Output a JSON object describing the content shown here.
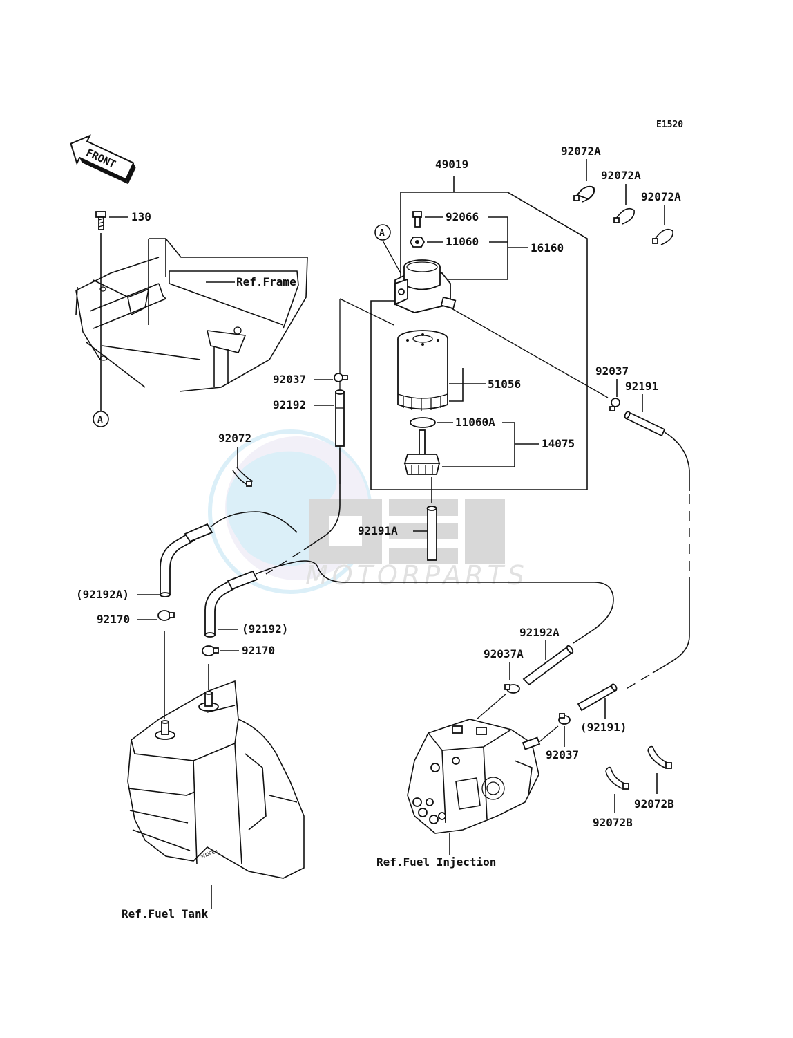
{
  "diagram": {
    "code": "E1520",
    "front_arrow": "FRONT",
    "watermark": {
      "logo": "OSM",
      "text": "MOTORPARTS"
    },
    "callouts": {
      "a1": "A",
      "a2": "A"
    },
    "labels": {
      "p130": "130",
      "ref_frame": "Ref.Frame",
      "p49019": "49019",
      "p92066": "92066",
      "p11060": "11060",
      "p16160": "16160",
      "p92072a_1": "92072A",
      "p92072a_2": "92072A",
      "p92072a_3": "92072A",
      "p92037_r": "92037",
      "p92191": "92191",
      "p51056": "51056",
      "p92037_l": "92037",
      "p92192": "92192",
      "p11060a": "11060A",
      "p14075": "14075",
      "p92072": "92072",
      "p92191a": "92191A",
      "p92192a_paren": "(92192A)",
      "p92170_l": "92170",
      "p92192_paren": "(92192)",
      "p92170_r": "92170",
      "p92192a": "92192A",
      "p92037a": "92037A",
      "p92191_paren": "(92191)",
      "p92037_b": "92037",
      "p92072b_r": "92072B",
      "p92072b_l": "92072B",
      "ref_fuel_injection": "Ref.Fuel Injection",
      "ref_fuel_tank": "Ref.Fuel Tank"
    }
  }
}
